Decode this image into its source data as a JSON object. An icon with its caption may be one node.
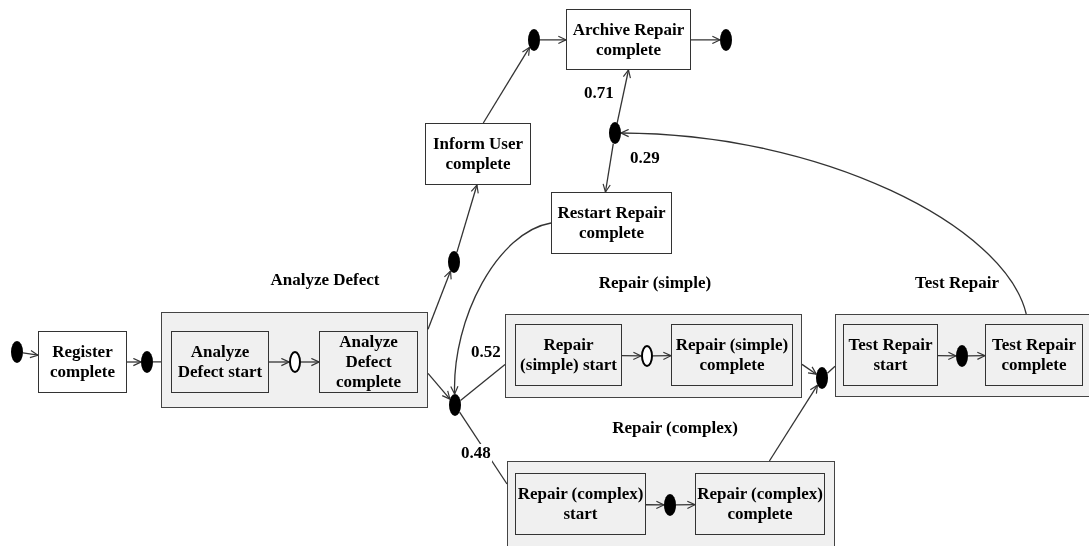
{
  "diagram": {
    "nodes": [
      {
        "text": [],
        "shape": "dot"
      },
      {
        "text": [
          "Register complete"
        ]
      },
      {
        "text": [],
        "shape": "dot"
      },
      {
        "text": [
          "Analyze Defect"
        ]
      },
      {
        "text": [
          "Analyze Defect start"
        ],
        "in": 3
      },
      {
        "text": [],
        "shape": "circle",
        "in": 3
      },
      {
        "text": [
          "Analyze Defect complete"
        ],
        "in": 3
      },
      {
        "text": [],
        "shape": "dot"
      },
      {
        "text": [
          "Inform User complete"
        ]
      },
      {
        "text": [],
        "shape": "dot"
      },
      {
        "text": [
          "Archive Repair complete"
        ]
      },
      {
        "text": [],
        "shape": "dot"
      },
      {
        "text": [],
        "shape": "dot"
      },
      {
        "text": [
          "Restart Repair complete"
        ]
      },
      {
        "text": [],
        "shape": "dot"
      },
      {
        "text": [
          "Repair (simple)"
        ]
      },
      {
        "text": [
          "Repair (simple) start"
        ],
        "in": 15
      },
      {
        "text": [],
        "shape": "circle",
        "in": 15
      },
      {
        "text": [
          "Repair (simple) complete"
        ],
        "in": 15
      },
      {
        "text": [
          "Repair (complex)"
        ]
      },
      {
        "text": [
          "Repair (complex) start"
        ],
        "in": 19
      },
      {
        "text": [],
        "shape": "dot",
        "in": 19
      },
      {
        "text": [
          "Repair (complex) complete"
        ],
        "in": 19
      },
      {
        "text": [],
        "shape": "dot"
      },
      {
        "text": [
          "Test Repair"
        ]
      },
      {
        "text": [
          "Test Repair start"
        ],
        "in": 24
      },
      {
        "text": [],
        "shape": "dot",
        "in": 24
      },
      {
        "text": [
          "Test Repair complete"
        ],
        "in": 24
      }
    ],
    "edges": [
      {
        "from": 0,
        "to": 1,
        "arrow": "to"
      },
      {
        "from": 1,
        "to": 2,
        "arrow": "to"
      },
      {
        "from": 2,
        "to": 3,
        "arrow": "none"
      },
      {
        "from": 4,
        "to": 5,
        "arrow": "to"
      },
      {
        "from": 5,
        "to": 6,
        "arrow": "to"
      },
      {
        "from": 3,
        "to": 7,
        "arrow": "to"
      },
      {
        "from": 7,
        "to": 8,
        "arrow": "to"
      },
      {
        "from": 8,
        "to": 9,
        "arrow": "to"
      },
      {
        "from": 9,
        "to": 10,
        "arrow": "to"
      },
      {
        "from": 10,
        "to": 11,
        "arrow": "to"
      },
      {
        "from": 12,
        "to": 10,
        "arrow": "to",
        "label": "0.71"
      },
      {
        "from": 12,
        "to": 13,
        "arrow": "to",
        "label": "0.29"
      },
      {
        "from": 13,
        "to": 14,
        "arrow": "to"
      },
      {
        "from": 3,
        "to": 14,
        "arrow": "to"
      },
      {
        "from": 14,
        "to": 15,
        "arrow": "none",
        "label": "0.52"
      },
      {
        "from": 14,
        "to": 19,
        "arrow": "none",
        "label": "0.48"
      },
      {
        "from": 16,
        "to": 17,
        "arrow": "to"
      },
      {
        "from": 17,
        "to": 18,
        "arrow": "to"
      },
      {
        "from": 15,
        "to": 23,
        "arrow": "to"
      },
      {
        "from": 19,
        "to": 23,
        "arrow": "to"
      },
      {
        "from": 23,
        "to": 24,
        "arrow": "none"
      },
      {
        "from": 25,
        "to": 26,
        "arrow": "to"
      },
      {
        "from": 26,
        "to": 27,
        "arrow": "to"
      },
      {
        "from": 24,
        "to": 12,
        "arrow": "to"
      },
      {
        "from": 20,
        "to": 21,
        "arrow": "to"
      },
      {
        "from": 21,
        "to": 22,
        "arrow": "to"
      }
    ]
  }
}
